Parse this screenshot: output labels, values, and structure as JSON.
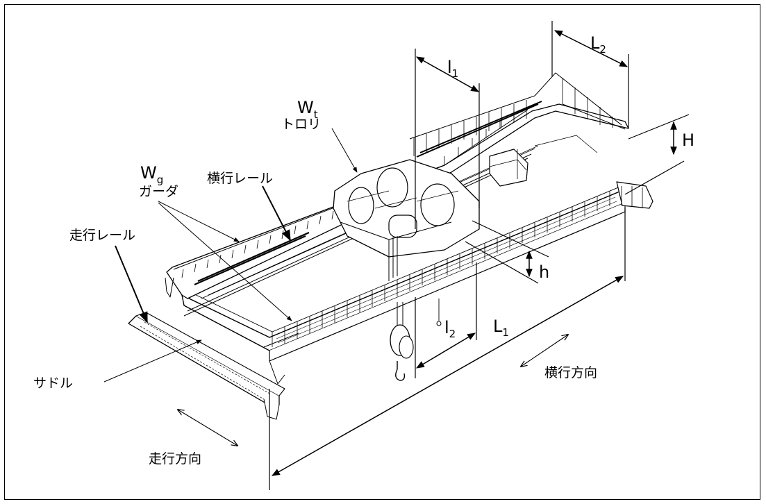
{
  "labels": {
    "trolley_weight": {
      "main": "W",
      "sub": "t",
      "caption": "トロリ"
    },
    "girder_weight": {
      "main": "W",
      "sub": "g",
      "caption": "ガーダ"
    },
    "traverse_rail": "横行レール",
    "travel_rail": "走行レール",
    "saddle": "サドル",
    "traverse_direction": "横行方向",
    "travel_direction": "走行方向"
  },
  "dimensions": {
    "l1": {
      "main": "l",
      "sub": "1"
    },
    "l2": {
      "main": "l",
      "sub": "2"
    },
    "L1": {
      "main": "L",
      "sub": "1"
    },
    "L2": {
      "main": "L",
      "sub": "2"
    },
    "H": "H",
    "h": "h"
  },
  "colors": {
    "line": "#000000",
    "background": "#ffffff"
  }
}
